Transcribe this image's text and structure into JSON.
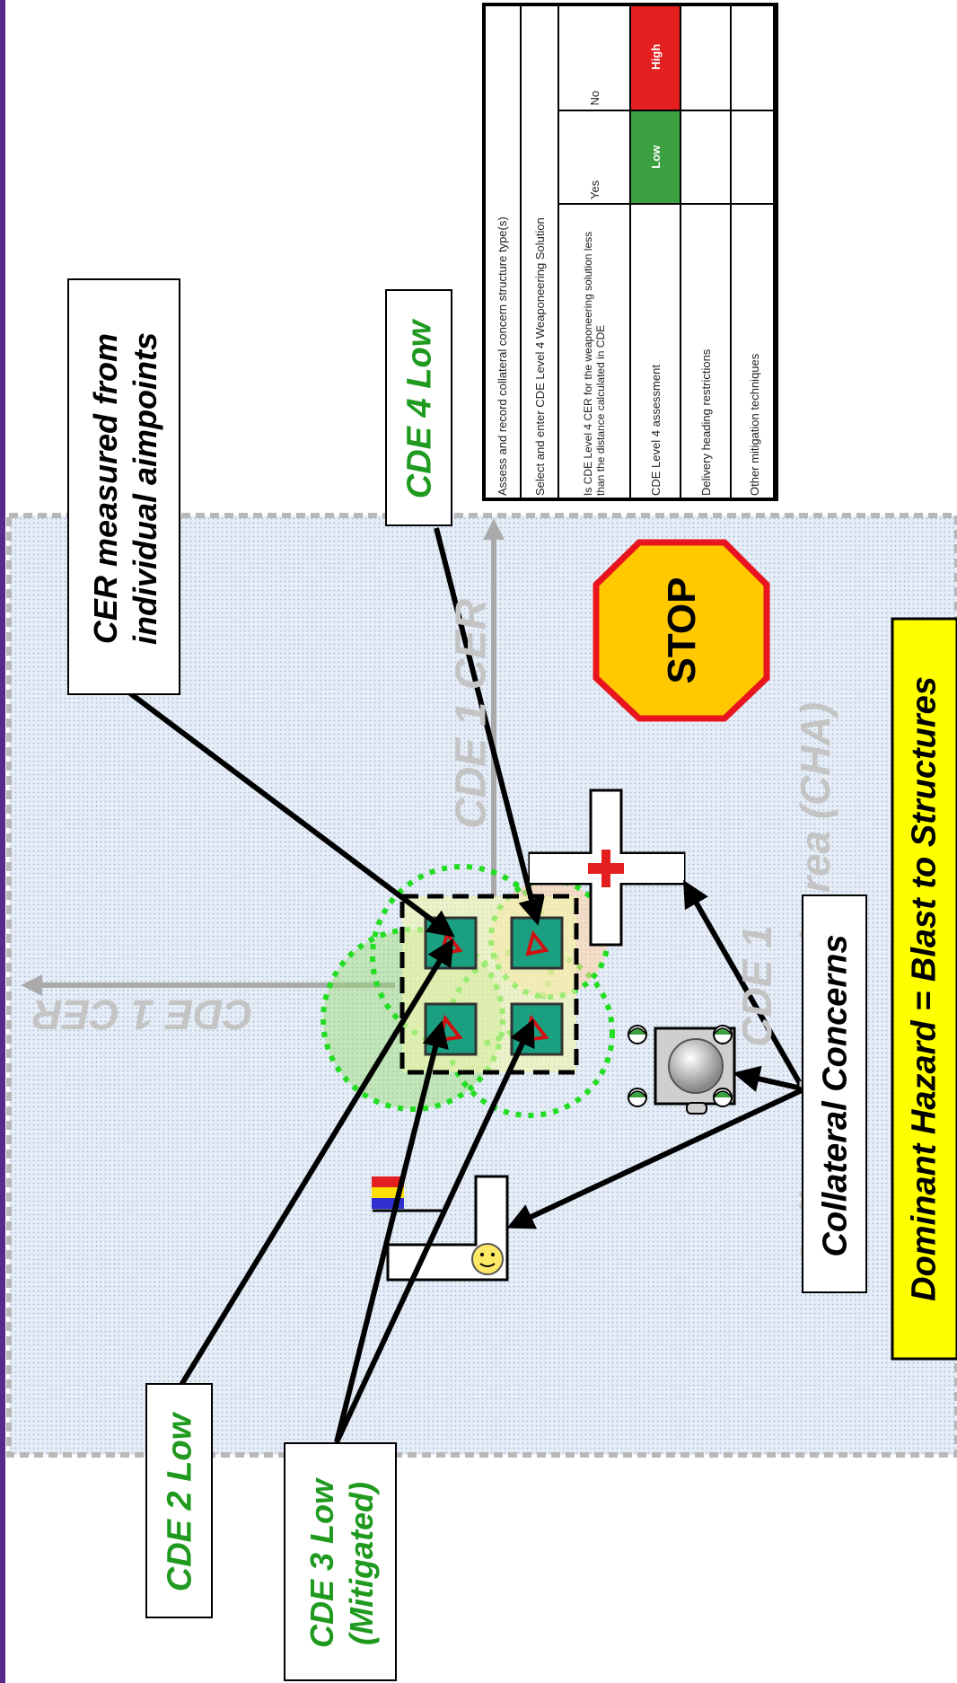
{
  "labels": {
    "cer_measured_line1": "CER measured from",
    "cer_measured_line2": "individual aimpoints",
    "cde4": "CDE 4 Low",
    "cde2": "CDE 2 Low",
    "cde3_line1": "CDE 3 Low",
    "cde3_line2": "(Mitigated)",
    "collateral_concerns": "Collateral Concerns",
    "dominant_hazard": "Dominant Hazard = Blast to Structures",
    "stop": "STOP",
    "cde1_cer_vertical": "CDE 1 CER",
    "cde1_cer_horizontal": "CDE 1 CER",
    "cde1_area_line1": "CDE 1",
    "cde1_area_line2": "Collateral Hazard Area (CHA)"
  },
  "table": {
    "row1": "Assess and record collateral concern structure type(s)",
    "row2": "Select and enter CDE Level 4 Weaponeering Solution",
    "row3_q": "Is CDE Level 4 CER for the weaponeering solution less than the distance calculated in CDE",
    "yes": "Yes",
    "no": "No",
    "row4": "CDE Level 4 assessment",
    "low": "Low",
    "high": "High",
    "row5": "Delivery heading restrictions",
    "row6": "Other mitigation techniques"
  },
  "colors": {
    "green_text": "#1f9a1f",
    "cha_fill": "#dde7f2",
    "stop_fill": "#ffc800",
    "stop_border": "#e8141e",
    "banner_fill": "#ffff00",
    "table_low": "#3aa040",
    "table_high": "#e41f1f"
  }
}
